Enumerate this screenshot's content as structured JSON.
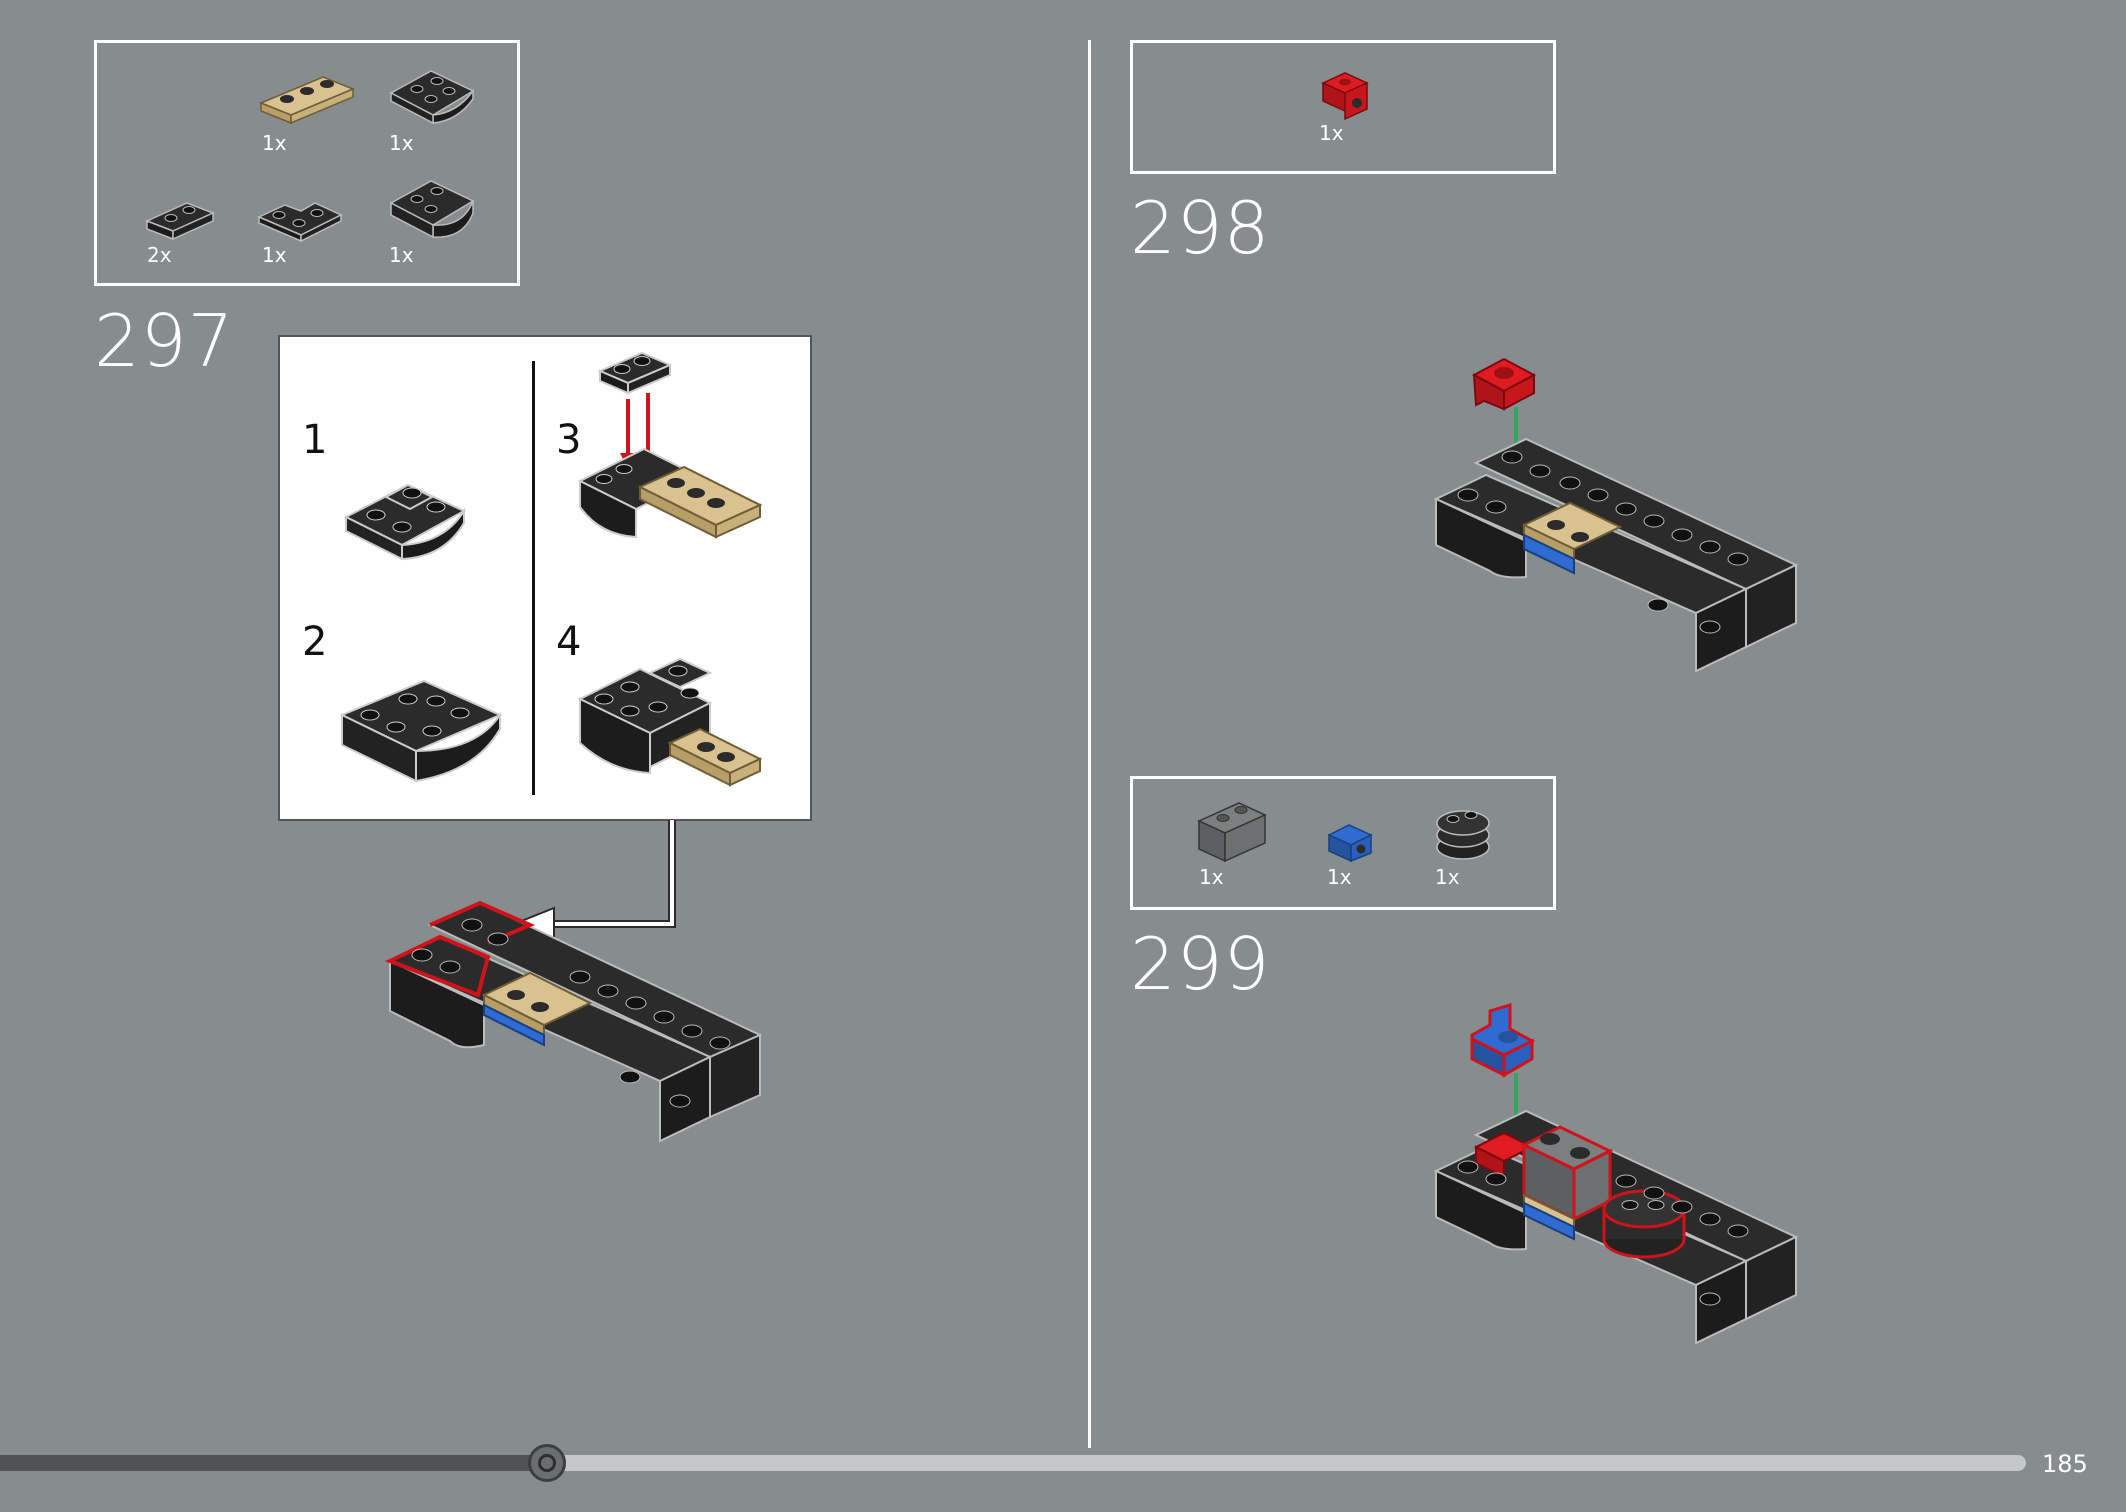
{
  "steps": {
    "s297": {
      "number": "297",
      "parts": [
        {
          "qty": "1x",
          "icon": "tan-plate-1x3-icon"
        },
        {
          "qty": "1x",
          "icon": "dark-inverted-slope-icon"
        },
        {
          "qty": "2x",
          "icon": "dark-plate-1x2-icon"
        },
        {
          "qty": "1x",
          "icon": "dark-corner-plate-icon"
        },
        {
          "qty": "1x",
          "icon": "dark-curved-slope-icon"
        }
      ],
      "substeps": [
        "1",
        "2",
        "3",
        "4"
      ]
    },
    "s298": {
      "number": "298",
      "parts": [
        {
          "qty": "1x",
          "icon": "red-bracket-icon"
        }
      ]
    },
    "s299": {
      "number": "299",
      "parts": [
        {
          "qty": "1x",
          "icon": "gray-brick-1x2-icon"
        },
        {
          "qty": "1x",
          "icon": "blue-bracket-icon"
        },
        {
          "qty": "1x",
          "icon": "dark-round-plate-stack-icon"
        }
      ]
    }
  },
  "progress": {
    "fraction": 0.27
  },
  "page_number": "185",
  "colors": {
    "background": "#878d8e",
    "dark_brick": "#2b2b2b",
    "tan": "#d9c28f",
    "red": "#d0121a",
    "blue": "#2f6bd1",
    "arrow_green": "#35a65a",
    "arrow_red": "#d0121a"
  }
}
